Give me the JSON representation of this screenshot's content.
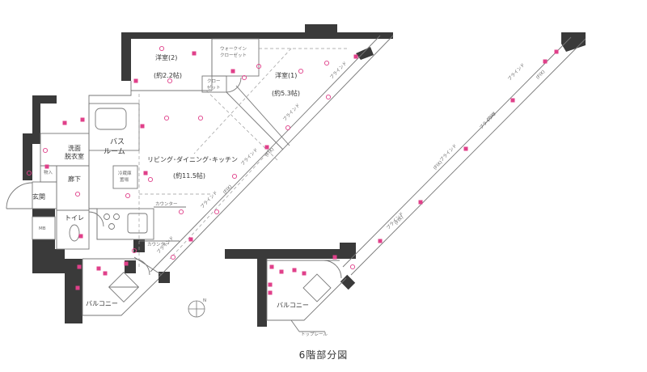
{
  "colors": {
    "wall": "#3a3a3a",
    "thin": "#777777",
    "dash": "#9a9a9a",
    "pink": "#e0408a",
    "paper": "#ffffff",
    "text": "#333333"
  },
  "rooms": {
    "western2": {
      "name": "洋室(2)",
      "size": "(約2.2帖)"
    },
    "western1": {
      "name": "洋室(1)",
      "size": "(約5.3帖)"
    },
    "walkin": {
      "line1": "ウォークイン",
      "line2": "クローゼット"
    },
    "closet": {
      "line1": "クロー",
      "line2": "ゼット"
    },
    "bath": {
      "line1": "バス",
      "line2": "ルーム"
    },
    "washroom": {
      "line1": "洗面",
      "line2": "脱衣室"
    },
    "corridor": "廊下",
    "storage": "物入",
    "entrance": "玄関",
    "toilet": "トイレ",
    "mb": "MB",
    "ldk": {
      "name": "リビング･ダイニング･キッチン",
      "size": "(約11.5帖)"
    },
    "fridge": {
      "line1": "冷蔵庫",
      "line2": "置場"
    },
    "balcony_left": "バルコニー",
    "balcony_right": "バルコニー"
  },
  "fixtures": {
    "counter_top": "カウンター",
    "counter_bottom": "カウンター",
    "blind_labels": [
      "ブラインド",
      "ブラインド",
      "ブラインド",
      "ブラインド",
      "ブラインド",
      "ブラインド",
      "ブラインド",
      "ブラインド",
      "ブラインド"
    ],
    "fix_labels": [
      "(FIX)",
      "(FIX)",
      "(FIX)",
      "(FIX)",
      "(FIX)",
      "(FIX)"
    ],
    "top_rail": "トップレール",
    "compass_n": "N"
  },
  "caption": "6階部分図"
}
